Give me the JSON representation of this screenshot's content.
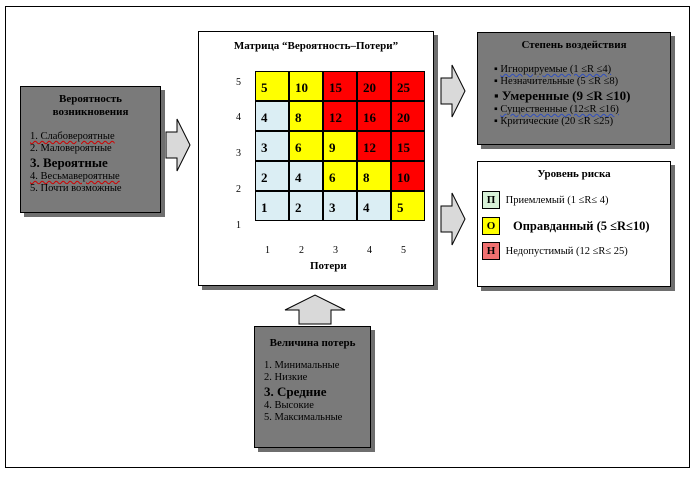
{
  "colors": {
    "green": "#dbeef4",
    "yellow": "#ffff00",
    "red": "#ff0000",
    "gray": "#7a7a7a",
    "code_p": "#d8f2d8",
    "code_o": "#ffff00",
    "code_n": "#f07070"
  },
  "probability": {
    "title": "Вероятность возникновения",
    "items": [
      {
        "text": "1. Слабовероятные",
        "big": false
      },
      {
        "text": "2. Маловероятные",
        "big": false
      },
      {
        "text": "3. Вероятные",
        "big": true
      },
      {
        "text": "4. Весьмавероятные",
        "big": false
      },
      {
        "text": "5. Почти возможные",
        "big": false
      }
    ]
  },
  "matrix": {
    "title": "Матрица “Вероятность–Потери”",
    "x_label": "Потери",
    "x_ticks": [
      "1",
      "2",
      "3",
      "4",
      "5"
    ],
    "y_ticks": [
      "5",
      "4",
      "3",
      "2",
      "1"
    ]
  },
  "chart_data": {
    "type": "heatmap",
    "title": "Матрица “Вероятность–Потери”",
    "xlabel": "Потери",
    "ylabel": "",
    "x": [
      1,
      2,
      3,
      4,
      5
    ],
    "y": [
      5,
      4,
      3,
      2,
      1
    ],
    "values": [
      [
        5,
        10,
        15,
        20,
        25
      ],
      [
        4,
        8,
        12,
        16,
        20
      ],
      [
        3,
        6,
        9,
        12,
        15
      ],
      [
        2,
        4,
        6,
        8,
        10
      ],
      [
        1,
        2,
        3,
        4,
        5
      ]
    ],
    "colors": [
      [
        "yellow",
        "yellow",
        "red",
        "red",
        "red"
      ],
      [
        "green",
        "yellow",
        "red",
        "red",
        "red"
      ],
      [
        "green",
        "yellow",
        "yellow",
        "red",
        "red"
      ],
      [
        "green",
        "green",
        "yellow",
        "yellow",
        "red"
      ],
      [
        "green",
        "green",
        "green",
        "green",
        "yellow"
      ]
    ]
  },
  "impact": {
    "title": "Степень воздействия",
    "items": [
      {
        "text": "Игнорируемые (1 ≤R ≤4)",
        "big": false
      },
      {
        "text": "Незначительные (5 ≤R ≤8)",
        "big": false
      },
      {
        "text": "Умеренные (9 ≤R ≤10)",
        "big": true
      },
      {
        "text": "Существенные (12≤R ≤16)",
        "big": false
      },
      {
        "text": "Критические (20 ≤R ≤25)",
        "big": false
      }
    ]
  },
  "risk_level": {
    "title": "Уровень риска",
    "items": [
      {
        "code": "П",
        "text": "Приемлемый (1 ≤R≤ 4)",
        "big": false
      },
      {
        "code": "О",
        "text": "Оправданный (5 ≤R≤10)",
        "big": true
      },
      {
        "code": "Н",
        "text": "Недопустимый (12 ≤R≤ 25)",
        "big": false
      }
    ]
  },
  "losses": {
    "title": "Величина потерь",
    "items": [
      {
        "text": "1. Минимальные",
        "big": false
      },
      {
        "text": "2. Низкие",
        "big": false
      },
      {
        "text": "3. Средние",
        "big": true
      },
      {
        "text": "4. Высокие",
        "big": false
      },
      {
        "text": "5. Максимальные",
        "big": false
      }
    ]
  }
}
